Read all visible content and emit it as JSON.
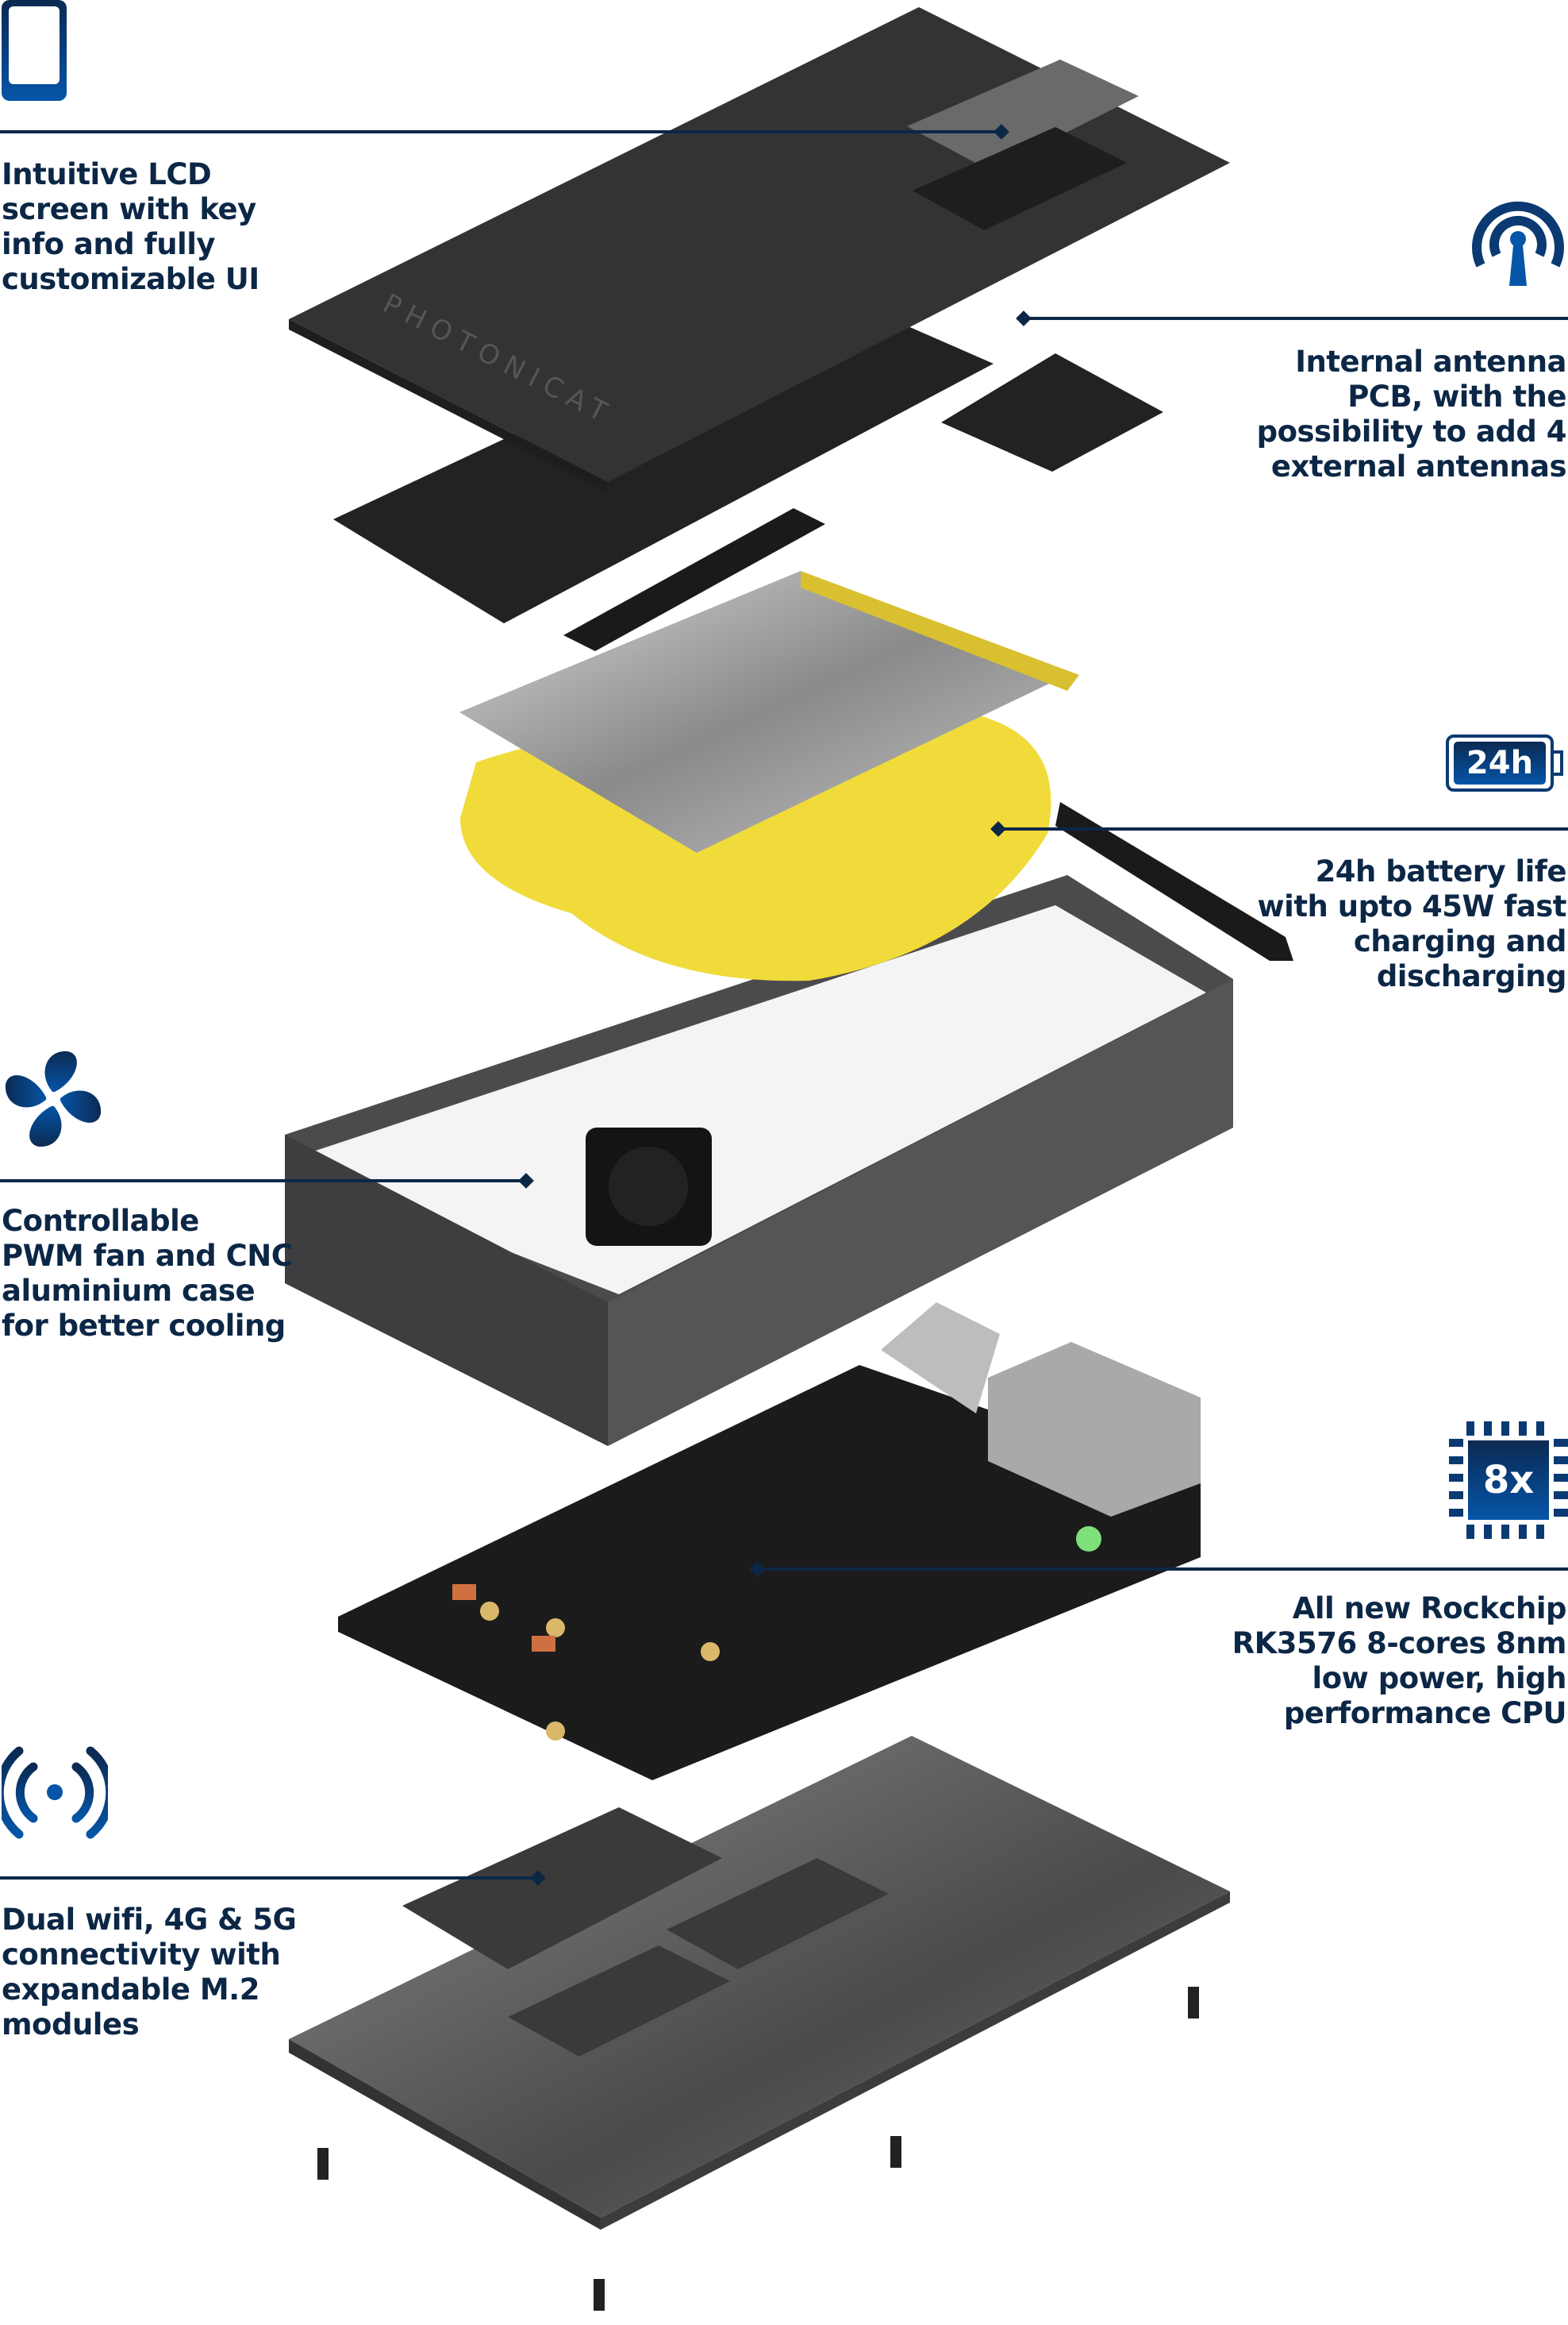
{
  "brand_mark": "PHOTONICAT",
  "colors": {
    "text": "#0c2746",
    "icon_top": "#0b2a52",
    "icon_bottom": "#0555a8",
    "battery": "#f0db3a"
  },
  "features": [
    {
      "id": "lcd",
      "icon": "phone-screen-icon",
      "text": "Intuitive LCD\nscreen with key\ninfo and fully\ncustomizable UI"
    },
    {
      "id": "antenna",
      "icon": "antenna-icon",
      "text": "Internal antenna\nPCB, with the\npossibility to add 4\nexternal antennas"
    },
    {
      "id": "battery",
      "icon": "battery-24h-icon",
      "icon_label": "24h",
      "text": "24h battery life\nwith upto 45W fast\ncharging and\ndischarging"
    },
    {
      "id": "fan",
      "icon": "fan-icon",
      "text": "Controllable\nPWM fan and CNC\naluminium case\nfor better cooling"
    },
    {
      "id": "cpu",
      "icon": "cpu-chip-icon",
      "icon_label": "8x",
      "text": "All new Rockchip\nRK3576 8-cores 8nm\nlow power, high\nperformance CPU"
    },
    {
      "id": "wifi",
      "icon": "wireless-signal-icon",
      "text": "Dual wifi, 4G & 5G\nconnectivity with\nexpandable M.2\nmodules"
    }
  ]
}
